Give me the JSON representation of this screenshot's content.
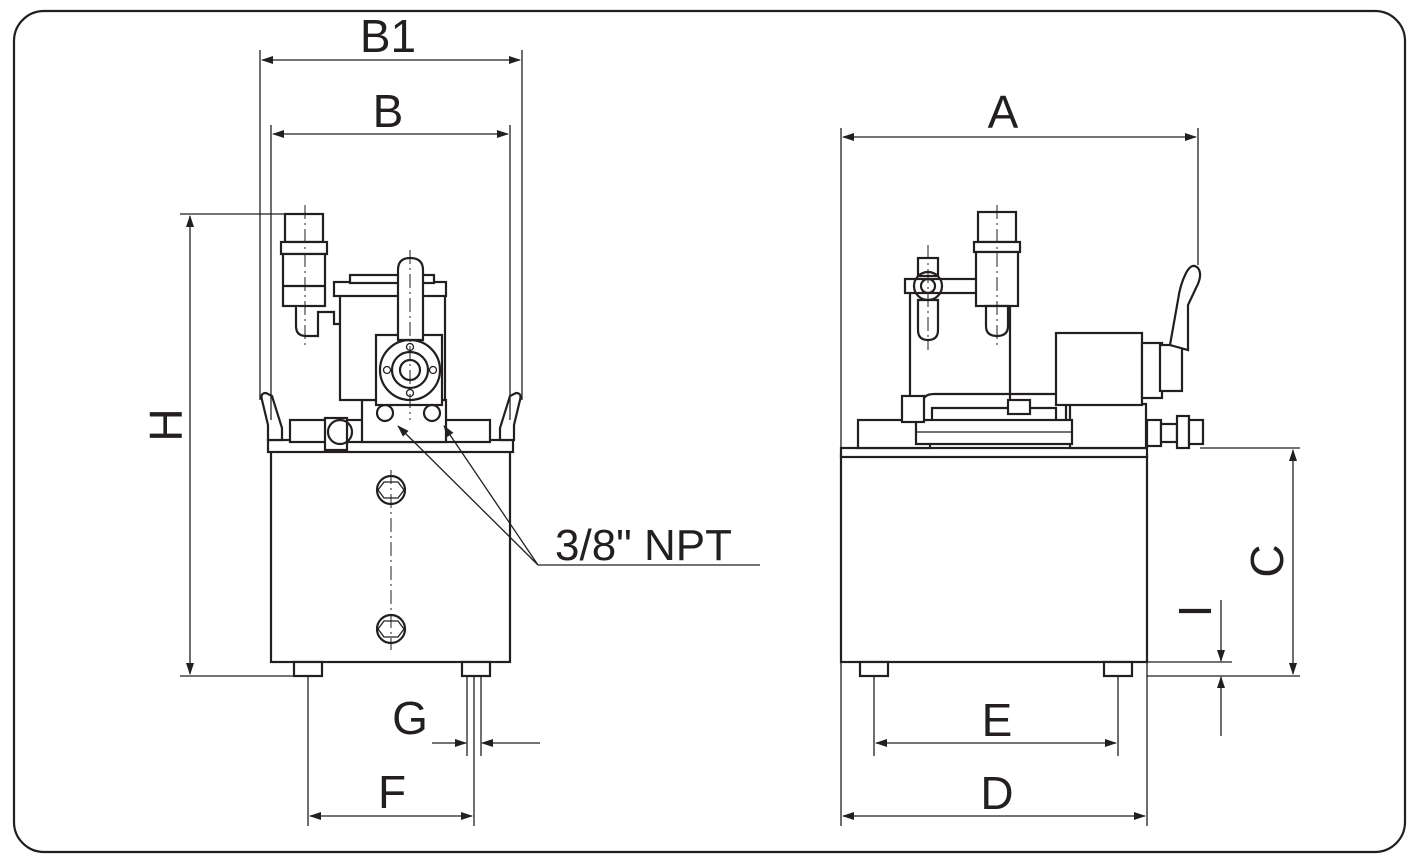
{
  "labels": {
    "B1": "B1",
    "B": "B",
    "H": "H",
    "G": "G",
    "F": "F",
    "npt": "3/8\" NPT",
    "A": "A",
    "C": "C",
    "I": "I",
    "E": "E",
    "D": "D"
  }
}
